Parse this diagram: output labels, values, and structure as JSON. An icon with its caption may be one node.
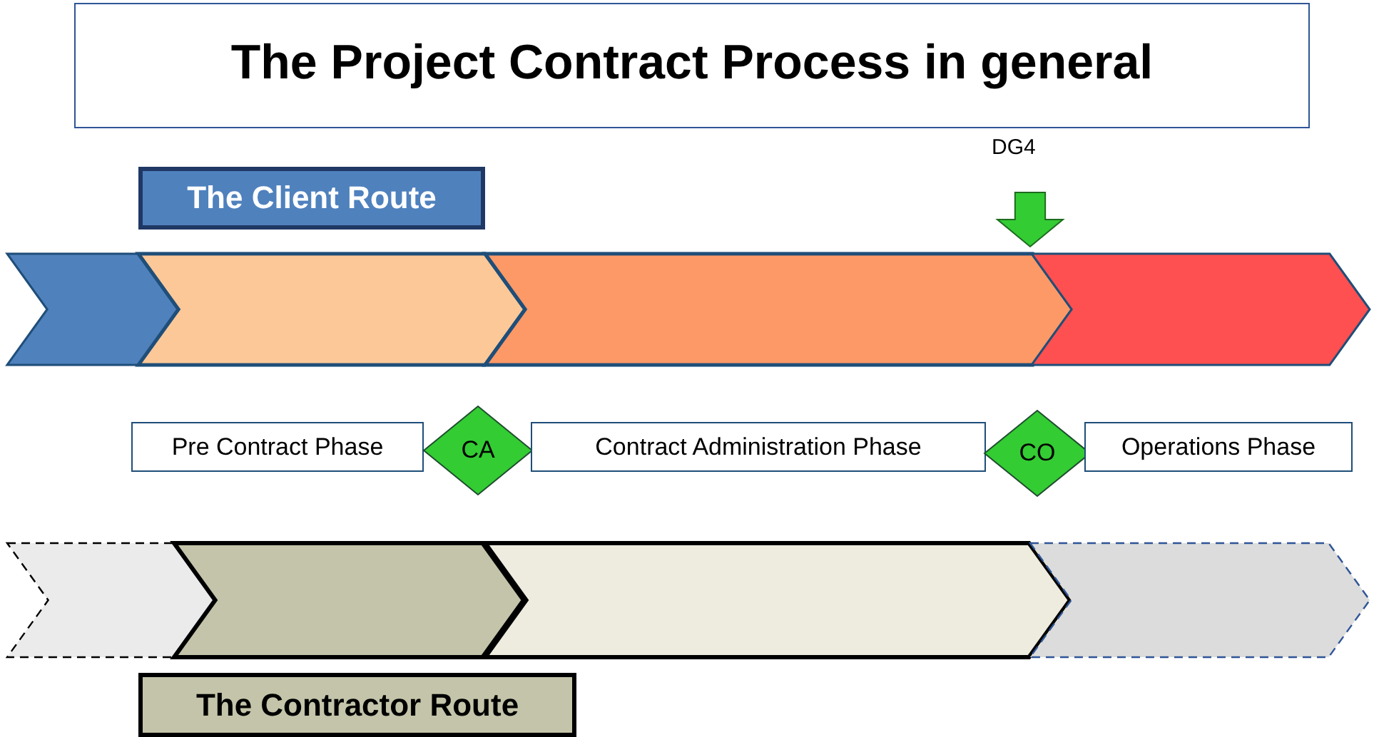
{
  "diagram": {
    "title": "The Project Contract Process in general",
    "nodes": [
      {
        "text": [],
        "shape": "arrow",
        "beside": [
          "DG4"
        ]
      },
      {
        "text": [
          "The Client Route"
        ]
      },
      {
        "text": [],
        "shape": "chevron"
      },
      {
        "text": [],
        "shape": "chevron"
      },
      {
        "text": [],
        "shape": "chevron"
      },
      {
        "text": [],
        "shape": "chevron"
      },
      {
        "text": [
          "Pre Contract Phase"
        ]
      },
      {
        "text": [
          "CA"
        ]
      },
      {
        "text": [
          "Contract Administration Phase"
        ]
      },
      {
        "text": [
          "CO"
        ]
      },
      {
        "text": [
          "Operations Phase"
        ]
      },
      {
        "text": [],
        "shape": "chevron"
      },
      {
        "text": [],
        "shape": "chevron"
      },
      {
        "text": [],
        "shape": "chevron"
      },
      {
        "text": [],
        "shape": "chevron"
      },
      {
        "text": [
          "The Contractor Route"
        ]
      }
    ]
  }
}
